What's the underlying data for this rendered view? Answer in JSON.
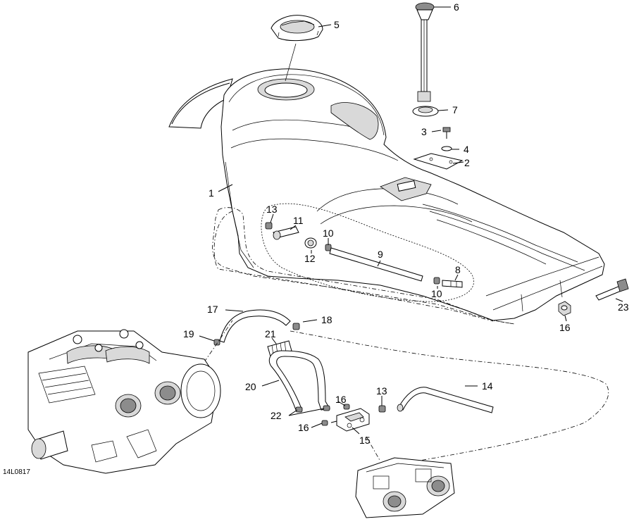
{
  "drawing_code": "14L0817",
  "callouts": {
    "c1": "1",
    "c2": "2",
    "c3": "3",
    "c4": "4",
    "c5": "5",
    "c6": "6",
    "c7": "7",
    "c8": "8",
    "c9": "9",
    "c10a": "10",
    "c10b": "10",
    "c11": "11",
    "c12": "12",
    "c13a": "13",
    "c13b": "13",
    "c14": "14",
    "c15": "15",
    "c16a": "16",
    "c16b": "16",
    "c16c": "16",
    "c17": "17",
    "c18": "18",
    "c19": "19",
    "c20": "20",
    "c21": "21",
    "c22": "22",
    "c23": "23"
  }
}
